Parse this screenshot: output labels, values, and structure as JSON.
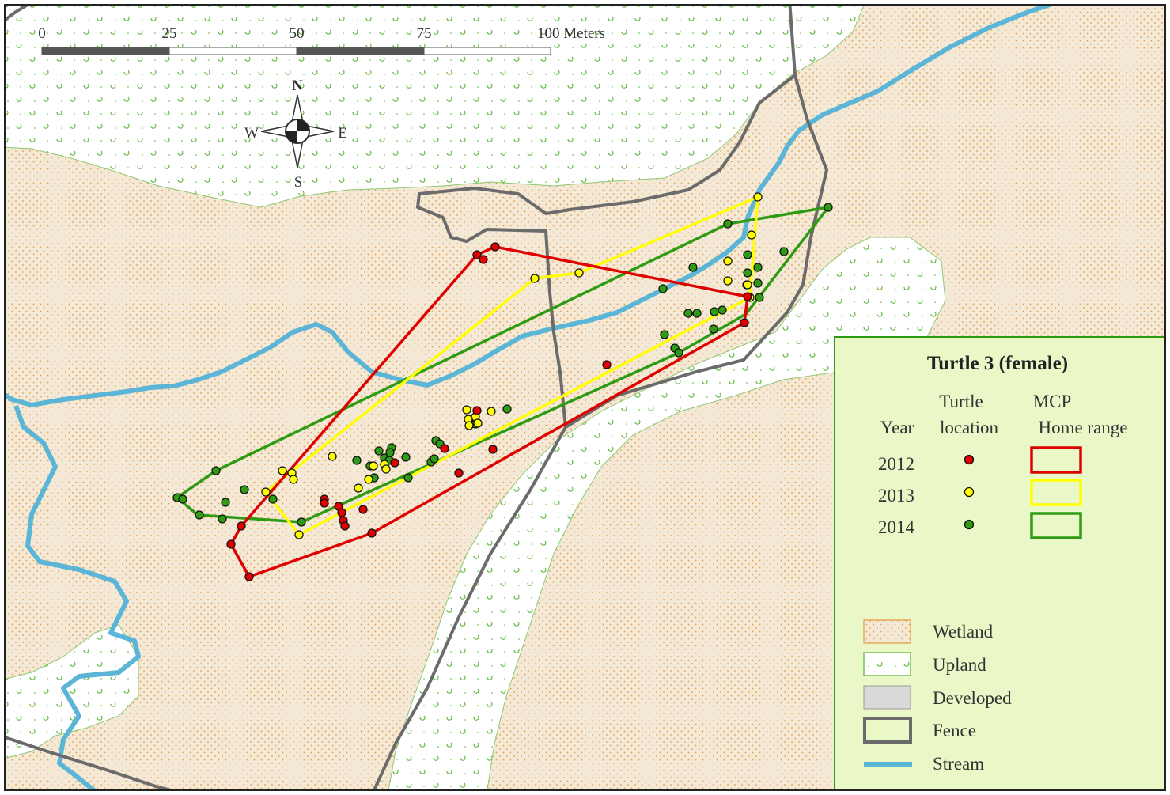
{
  "scale_bar": {
    "ticks": [
      "0",
      "25",
      "50",
      "75",
      "100 Meters"
    ]
  },
  "compass": {
    "north": "N",
    "south": "S",
    "east": "E",
    "west": "W"
  },
  "legend": {
    "title": "Turtle 3 (female)",
    "col_year": "Year",
    "col_location_1": "Turtle",
    "col_location_2": "location",
    "col_mcp_1": "MCP",
    "col_mcp_2": "Home range",
    "years": [
      {
        "year": "2012",
        "color": "#e00000"
      },
      {
        "year": "2013",
        "color": "#ffff00"
      },
      {
        "year": "2014",
        "color": "#2e9b14"
      }
    ],
    "classes": [
      {
        "label": "Wetland",
        "icon": "wetland-swatch"
      },
      {
        "label": "Upland",
        "icon": "upland-swatch"
      },
      {
        "label": "Developed",
        "icon": "developed-swatch"
      },
      {
        "label": "Fence",
        "icon": "fence-swatch"
      },
      {
        "label": "Stream",
        "icon": "stream-swatch"
      }
    ]
  },
  "colors": {
    "wetland_bg": "#f4e8d6",
    "wetland_dot": "#e6a04a",
    "upland_bg": "#ffffff",
    "upland_mark": "#5cb83a",
    "developed": "#d9d9d9",
    "fence": "#6b6b6b",
    "stream": "#5bb5d6",
    "legend_bg": "#eaf8c8",
    "legend_border": "#2e9b14"
  }
}
